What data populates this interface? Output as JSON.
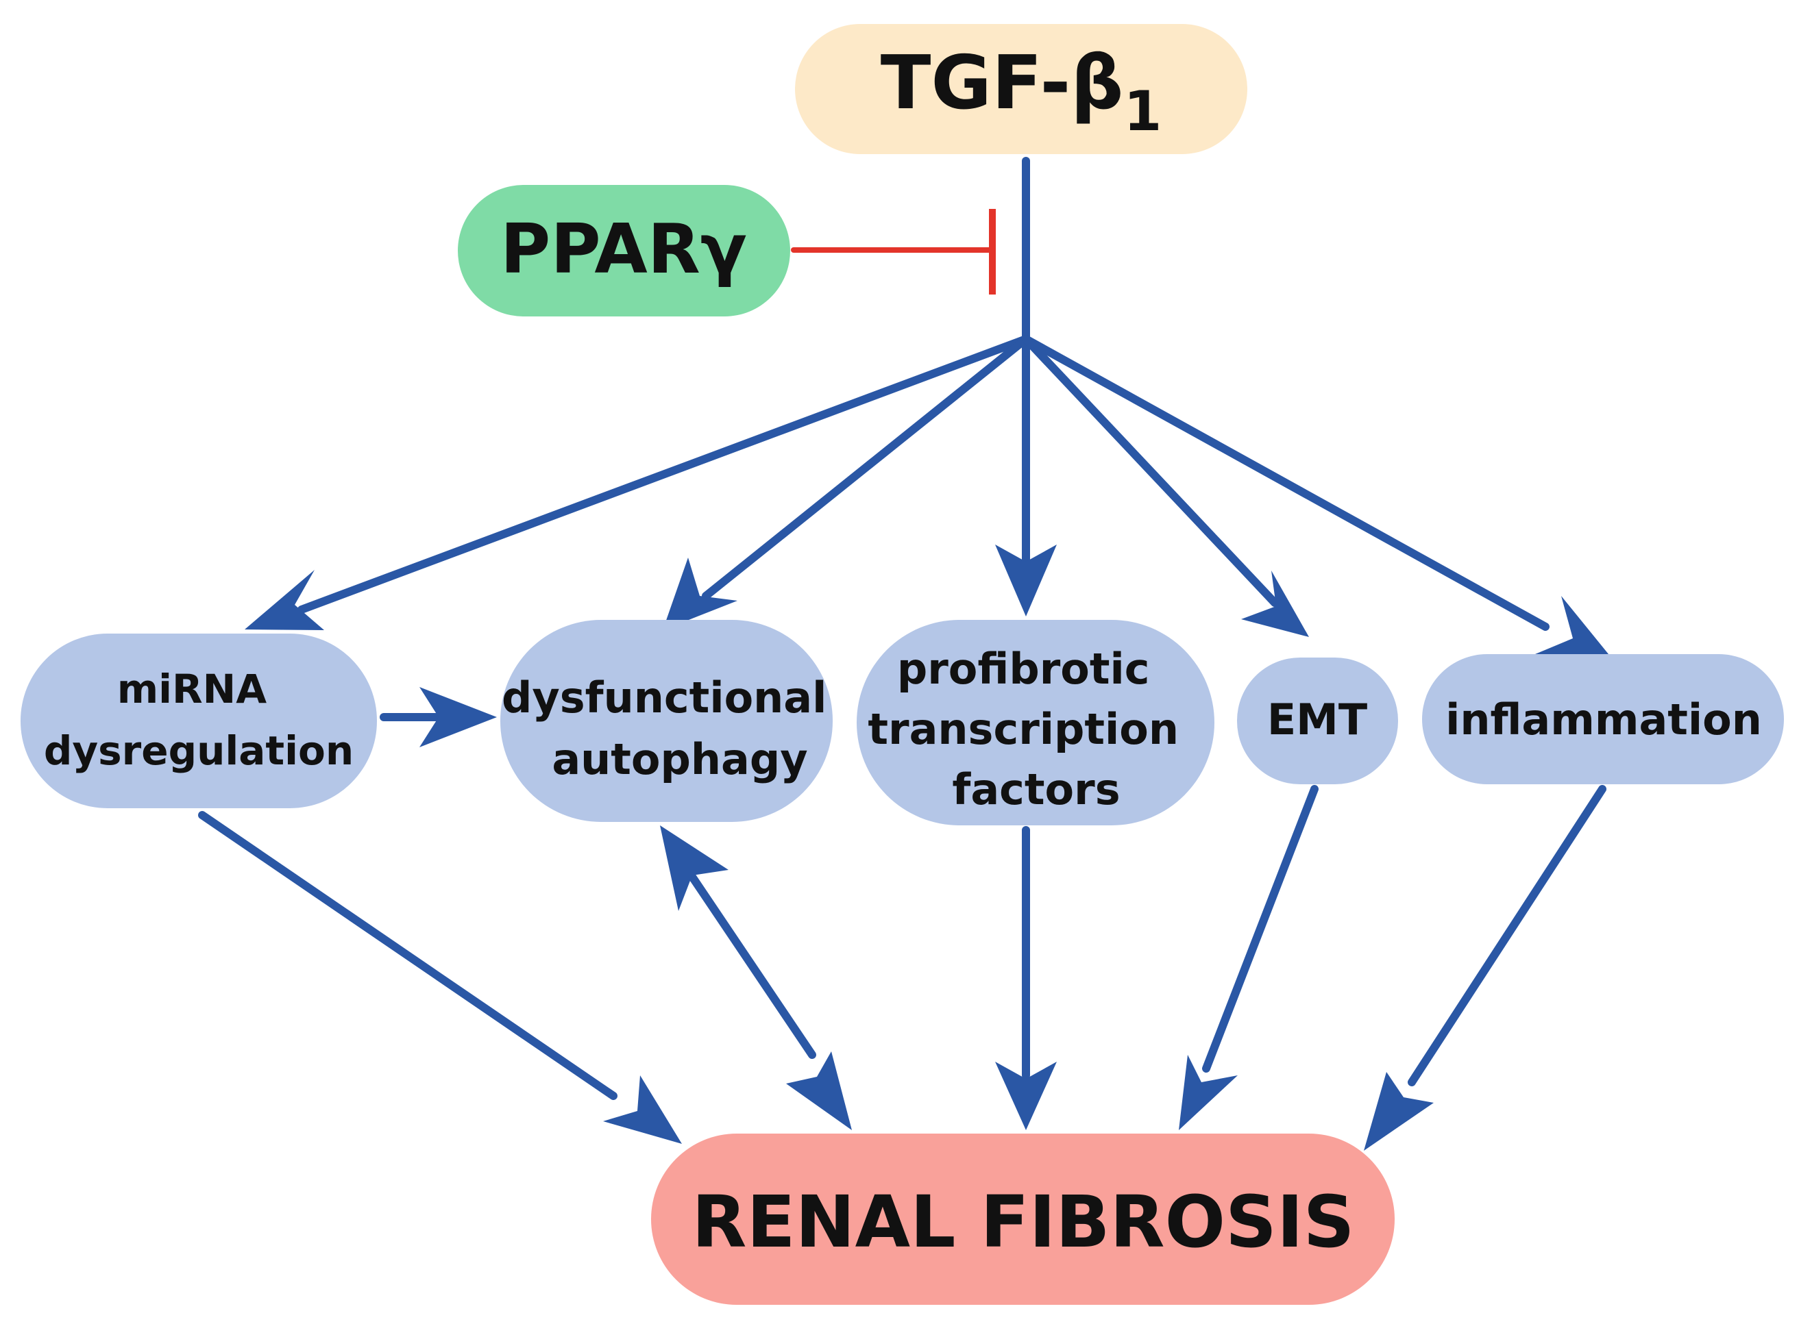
{
  "nodes": {
    "tgf": {
      "label": "TGF-β",
      "subscript": "1"
    },
    "ppar": {
      "label": "PPARγ"
    },
    "mirna": {
      "lines": [
        "miRNA",
        "dysregulation"
      ]
    },
    "autophagy": {
      "lines": [
        "dysfunctional",
        "autophagy"
      ]
    },
    "profibrotic": {
      "lines": [
        "profibrotic",
        "transcription",
        "factors"
      ]
    },
    "emt": {
      "lines": [
        "EMT"
      ]
    },
    "inflammation": {
      "lines": [
        "inflammation"
      ]
    },
    "renal": {
      "label": "RENAL FIBROSIS"
    }
  },
  "colors": {
    "tgf_fill": "#fde9c8",
    "ppar_fill": "#7fdba6",
    "process_fill": "#b4c6e7",
    "renal_fill": "#f9a19a",
    "arrow": "#2a57a5",
    "inhibit": "#e3342a"
  }
}
